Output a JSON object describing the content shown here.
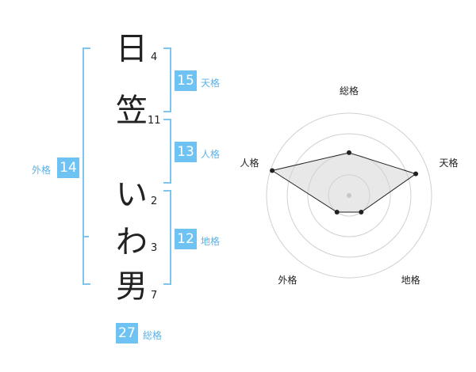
{
  "name_chars": [
    {
      "char": "日",
      "strokes": "4"
    },
    {
      "char": "笠",
      "strokes": "11"
    },
    {
      "char": "い",
      "strokes": "2"
    },
    {
      "char": "わ",
      "strokes": "3"
    },
    {
      "char": "男",
      "strokes": "7"
    }
  ],
  "scores": {
    "tenkaku": {
      "value": "15",
      "label": "天格"
    },
    "jinkaku": {
      "value": "13",
      "label": "人格"
    },
    "chikaku": {
      "value": "12",
      "label": "地格"
    },
    "gaikaku": {
      "value": "14",
      "label": "外格"
    },
    "soukaku": {
      "value": "27",
      "label": "総格"
    }
  },
  "colors": {
    "accent": "#6ec3f2",
    "bracket": "#7cc6f0",
    "label": "#5ab2e4"
  },
  "chart_data": {
    "type": "radar",
    "axes": [
      "総格",
      "天格",
      "地格",
      "外格",
      "人格"
    ],
    "values": [
      0.52,
      0.85,
      0.25,
      0.25,
      0.98
    ],
    "rings": 4,
    "max": 1
  }
}
